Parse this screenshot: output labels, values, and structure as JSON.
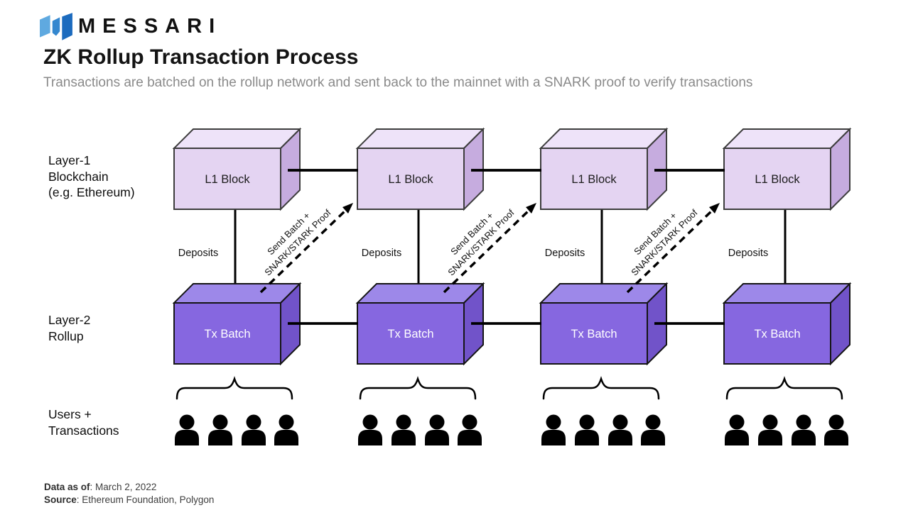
{
  "header": {
    "brand": "MESSARI",
    "title": "ZK Rollup Transaction Process",
    "subtitle": "Transactions are batched on the rollup network and sent back to the mainnet with a SNARK proof to verify transactions"
  },
  "rows": {
    "layer1": {
      "lines": [
        "Layer-1",
        "Blockchain",
        "(e.g. Ethereum)"
      ]
    },
    "layer2": {
      "lines": [
        "Layer-2",
        "Rollup"
      ]
    },
    "users": {
      "lines": [
        "Users +",
        "Transactions"
      ]
    }
  },
  "diagram": {
    "l1_block_label": "L1 Block",
    "tx_batch_label": "Tx Batch",
    "deposits_label": "Deposits",
    "send_batch_line1": "Send Batch +",
    "send_batch_line2": "SNARK/STARK Proof",
    "column_count": 4,
    "users_per_group": 4
  },
  "colors": {
    "l1_front": "#e4d4f2",
    "l1_top": "#eee3f9",
    "l1_side": "#c6acdf",
    "tx_front": "#8667e0",
    "tx_top": "#9d88e9",
    "tx_side": "#7153c9",
    "logo_light": "#5fa9e0",
    "logo_mid": "#3487cf",
    "logo_dark": "#1c6bbe"
  },
  "footer": {
    "data_as_of_label": "Data as of",
    "data_as_of_value": ": March 2, 2022",
    "source_label": "Source",
    "source_value": ": Ethereum Foundation, Polygon"
  }
}
